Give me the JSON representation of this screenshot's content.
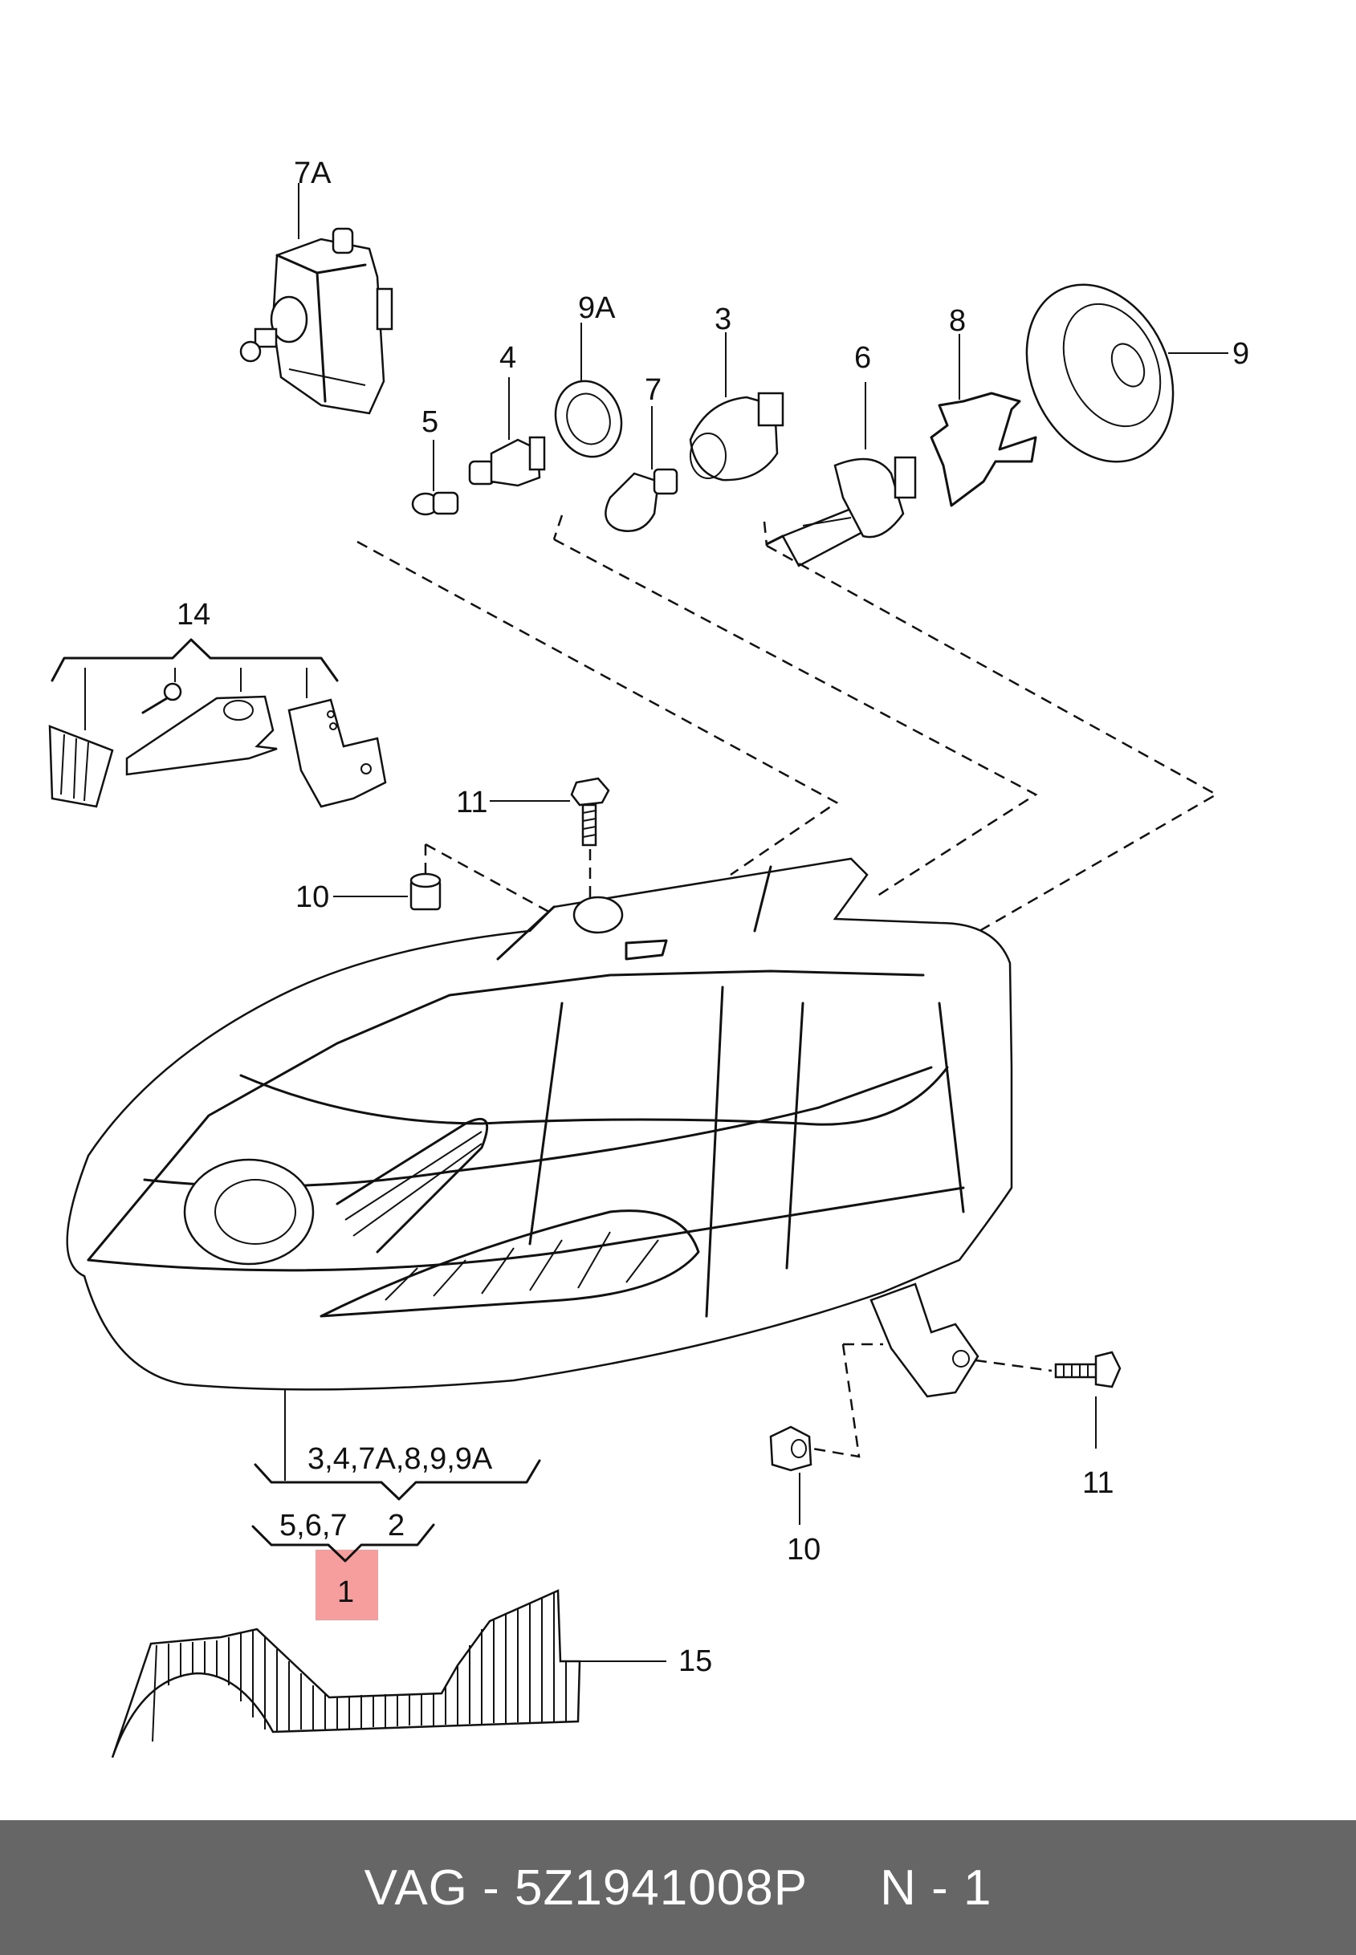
{
  "labels": {
    "p7A": "7A",
    "p9A": "9A",
    "p3": "3",
    "p4": "4",
    "p5": "5",
    "p6": "6",
    "p7": "7",
    "p8": "8",
    "p9": "9",
    "p14": "14",
    "p11_top": "11",
    "p10_top": "10",
    "p11_bottom": "11",
    "p10_bottom": "10",
    "p15": "15",
    "group_a": "3,4,7A,8,9,9A",
    "group_b": "5,6,7",
    "p2": "2",
    "p1": "1"
  },
  "highlight": {
    "part": "1",
    "color": "#f48c8c"
  },
  "footer": {
    "text": "VAG - 5Z1941008P     N - 1"
  }
}
